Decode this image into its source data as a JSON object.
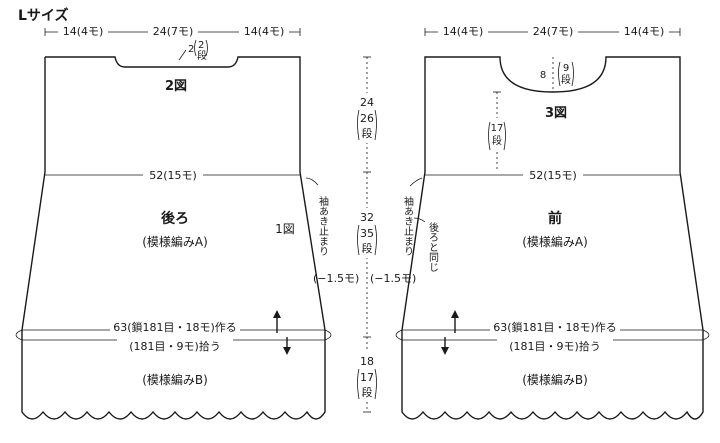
{
  "size_label": "Lサイズ",
  "back": {
    "top_left_width": "14(4モ)",
    "top_center_width": "24(7モ)",
    "top_right_width": "14(4モ)",
    "neck_depth_num": "2",
    "neck_depth_rows_a": "2",
    "neck_depth_rows_b": "段",
    "neck_fig": "2図",
    "armhole_line": "52(15モ)",
    "title": "後ろ",
    "pattern_a": "(模様編みA)",
    "fig1": "1図",
    "armhole_stop": "袖あき止まり",
    "decrease": "(−1.5モ)",
    "hem_line_top": "63(鎖181目・18モ)作る",
    "hem_line_bottom": "(181目・9モ)拾う",
    "pattern_b": "(模様編みB)"
  },
  "middle": {
    "upper_num": "24",
    "upper_rows_a": "26",
    "upper_rows_b": "段",
    "mid_num": "32",
    "mid_rows_a": "35",
    "mid_rows_b": "段",
    "lower_num": "18",
    "lower_rows_a": "17",
    "lower_rows_b": "段"
  },
  "front": {
    "top_left_width": "14(4モ)",
    "top_center_width": "24(7モ)",
    "top_right_width": "14(4モ)",
    "neck_depth_num": "8",
    "neck_depth_rows_a": "9",
    "neck_depth_rows_b": "段",
    "neck_fig": "3図",
    "side_rows_a": "17",
    "side_rows_b": "段",
    "armhole_line": "52(15モ)",
    "title": "前",
    "pattern_a": "(模様編みA)",
    "same_as_back": "後ろと同じ",
    "decrease": "(−1.5モ)",
    "hem_line_top": "63(鎖181目・18モ)作る",
    "hem_line_bottom": "(181目・9モ)拾う",
    "pattern_b": "(模様編みB)"
  }
}
